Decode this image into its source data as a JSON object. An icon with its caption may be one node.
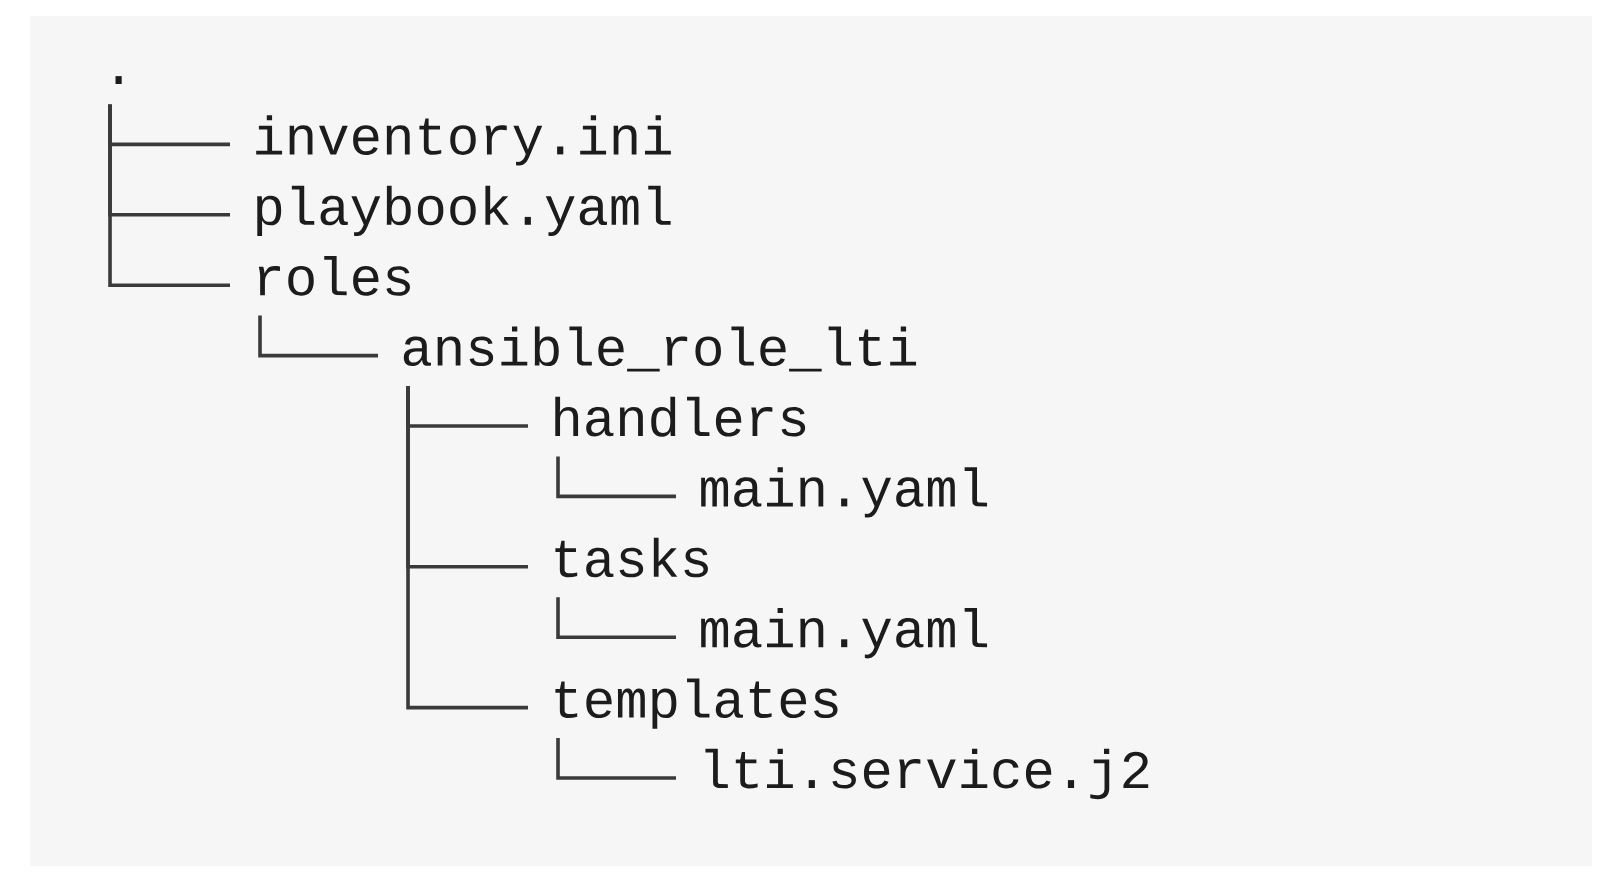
{
  "diagram": {
    "nodes": [
      {
        "text": [
          "."
        ]
      },
      {
        "text": [
          "inventory.ini"
        ]
      },
      {
        "text": [
          "playbook.yaml"
        ]
      },
      {
        "text": [
          "roles"
        ]
      },
      {
        "text": [
          "ansible_role_lti"
        ]
      },
      {
        "text": [
          "handlers"
        ]
      },
      {
        "text": [
          "main.yaml"
        ]
      },
      {
        "text": [
          "tasks"
        ]
      },
      {
        "text": [
          "main.yaml"
        ]
      },
      {
        "text": [
          "templates"
        ]
      },
      {
        "text": [
          "lti.service.j2"
        ]
      }
    ],
    "edges": [
      {
        "from": 0,
        "to": 1,
        "arrow": "none"
      },
      {
        "from": 0,
        "to": 2,
        "arrow": "none"
      },
      {
        "from": 0,
        "to": 3,
        "arrow": "none"
      },
      {
        "from": 3,
        "to": 4,
        "arrow": "none"
      },
      {
        "from": 4,
        "to": 5,
        "arrow": "none"
      },
      {
        "from": 5,
        "to": 6,
        "arrow": "none"
      },
      {
        "from": 4,
        "to": 7,
        "arrow": "none"
      },
      {
        "from": 7,
        "to": 8,
        "arrow": "none"
      },
      {
        "from": 4,
        "to": 9,
        "arrow": "none"
      },
      {
        "from": 9,
        "to": 10,
        "arrow": "none"
      }
    ]
  }
}
